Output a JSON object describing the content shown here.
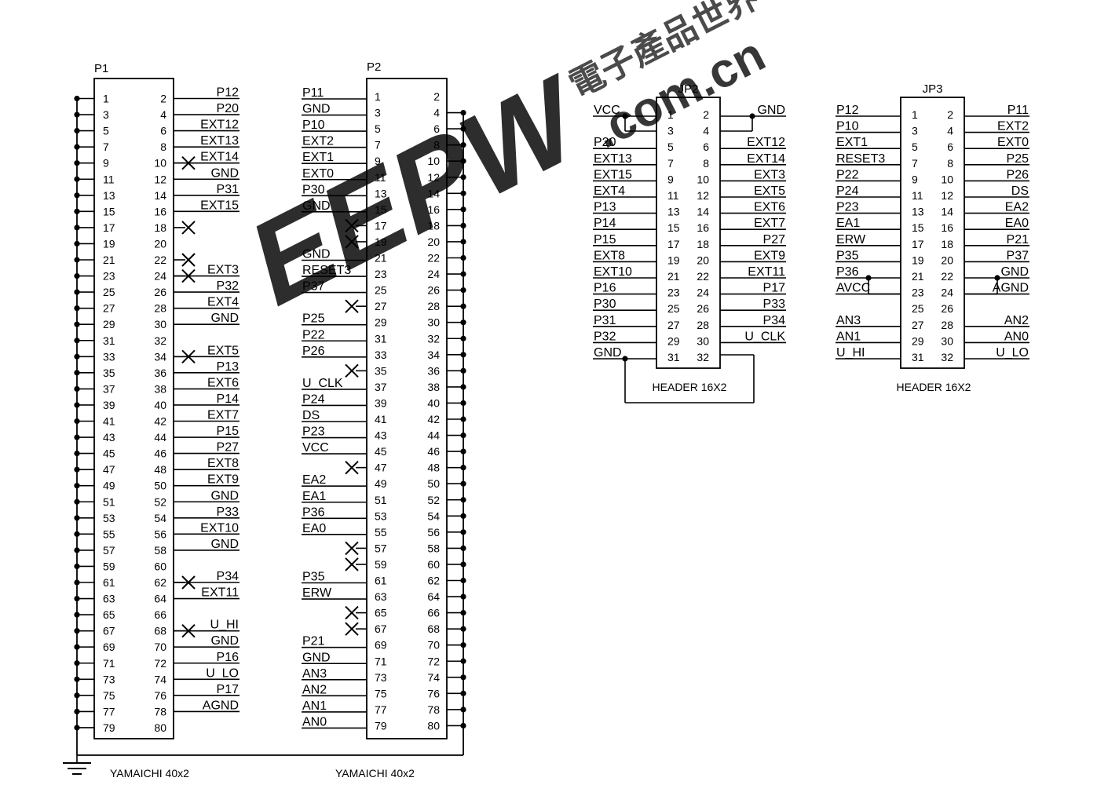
{
  "diagram": {
    "p1": {
      "ref": "P1",
      "footer": "YAMAICHI 40x2",
      "right_labels": [
        "P12",
        "P20",
        "EXT12",
        "EXT13",
        "EXT14",
        "GND",
        "P31",
        "EXT15",
        "",
        "",
        "",
        "EXT3",
        "P32",
        "EXT4",
        "GND",
        "",
        "EXT5",
        "P13",
        "EXT6",
        "P14",
        "EXT7",
        "P15",
        "P27",
        "EXT8",
        "EXT9",
        "GND",
        "P33",
        "EXT10",
        "GND",
        "",
        "P34",
        "EXT11",
        "",
        "U_HI",
        "GND",
        "P16",
        "U_LO",
        "P17",
        "AGND",
        ""
      ],
      "x_marks_even": [
        10,
        18,
        22,
        24,
        34,
        62,
        68
      ]
    },
    "p2": {
      "ref": "P2",
      "footer": "YAMAICHI 40x2",
      "left_labels": [
        "P11",
        "GND",
        "P10",
        "EXT2",
        "EXT1",
        "EXT0",
        "P30",
        "GND",
        "",
        "",
        "GND",
        "RESET3",
        "P37",
        "",
        "P25",
        "P22",
        "P26",
        "",
        "U_CLK",
        "P24",
        "DS",
        "P23",
        "VCC",
        "",
        "EA2",
        "EA1",
        "P36",
        "EA0",
        "",
        "",
        "P35",
        "ERW",
        "",
        "",
        "P21",
        "GND",
        "AN3",
        "AN2",
        "AN1",
        "AN0"
      ],
      "x_marks_odd": [
        17,
        19,
        27,
        35,
        47,
        57,
        59,
        65,
        67
      ]
    },
    "jp2": {
      "ref": "JP2",
      "footer": "HEADER 16X2",
      "left_labels": [
        "VCC",
        "",
        "P20",
        "EXT13",
        "EXT15",
        "EXT4",
        "P13",
        "P14",
        "P15",
        "EXT8",
        "EXT10",
        "P16",
        "P30",
        "P31",
        "P32",
        "GND"
      ],
      "right_labels": [
        "GND",
        "",
        "EXT12",
        "EXT14",
        "EXT3",
        "EXT5",
        "EXT6",
        "EXT7",
        "P27",
        "EXT9",
        "EXT11",
        "P17",
        "P33",
        "P34",
        "U_CLK",
        ""
      ]
    },
    "jp3": {
      "ref": "JP3",
      "footer": "HEADER 16X2",
      "left_labels": [
        "P12",
        "P10",
        "EXT1",
        "RESET3",
        "P22",
        "P24",
        "P23",
        "EA1",
        "ERW",
        "P35",
        "P36",
        "AVCC",
        "",
        "AN3",
        "AN1",
        "U_HI"
      ],
      "right_labels": [
        "P11",
        "EXT2",
        "EXT0",
        "P25",
        "P26",
        "DS",
        "EA2",
        "EA0",
        "P21",
        "P37",
        "GND",
        "AGND",
        "",
        "AN2",
        "AN0",
        "U_LO"
      ]
    }
  },
  "watermark": {
    "logo": "EEPW",
    "domain": ".com.cn",
    "chinese": "電子產品世界"
  }
}
